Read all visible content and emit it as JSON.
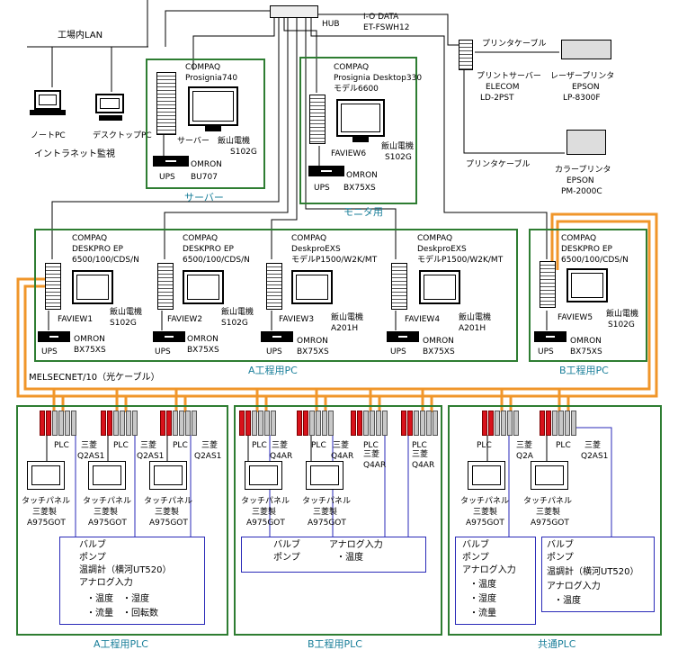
{
  "lan": {
    "label": "工場内LAN",
    "notebook": "ノートPC",
    "desktop": "デスクトップPC",
    "intranet": "イントラネット監視"
  },
  "hub": {
    "label": "HUB",
    "model1": "I-O DATA",
    "model2": "ET-FSWH12"
  },
  "server": {
    "brand": "COMPAQ",
    "model": "Prosignia740",
    "role": "サーバー",
    "mon_brand": "飯山電機",
    "mon_model": "S102G",
    "ups": "UPS",
    "ups_brand": "OMRON",
    "ups_model": "BU707",
    "caption": "サーバー"
  },
  "monitor_pc": {
    "brand": "COMPAQ",
    "model": "Prosignia Desktop330",
    "model2": "モデル6600",
    "name": "FAVIEW6",
    "mon_brand": "飯山電機",
    "mon_model": "S102G",
    "ups": "UPS",
    "ups_brand": "OMRON",
    "ups_model": "BX75XS",
    "caption": "モニタ用"
  },
  "printing": {
    "cable1": "プリンタケーブル",
    "print_server": "プリントサーバー",
    "ps_brand": "ELECOM",
    "ps_model": "LD-2PST",
    "laser": "レーザープリンタ",
    "laser_brand": "EPSON",
    "laser_model": "LP-8300F",
    "cable2": "プリンタケーブル",
    "color": "カラープリンタ",
    "color_brand": "EPSON",
    "color_model": "PM-2000C"
  },
  "a_pcs": [
    {
      "brand": "COMPAQ",
      "model": "DESKPRO EP",
      "spec": "6500/100/CDS/N",
      "name": "FAVIEW1",
      "mon_brand": "飯山電機",
      "mon_model": "S102G",
      "ups": "UPS",
      "ups_brand": "OMRON",
      "ups_model": "BX75XS"
    },
    {
      "brand": "COMPAQ",
      "model": "DESKPRO EP",
      "spec": "6500/100/CDS/N",
      "name": "FAVIEW2",
      "mon_brand": "飯山電機",
      "mon_model": "S102G",
      "ups": "UPS",
      "ups_brand": "OMRON",
      "ups_model": "BX75XS"
    },
    {
      "brand": "COMPAQ",
      "model": "DeskproEXS",
      "spec": "モデルP1500/W2K/MT",
      "name": "FAVIEW3",
      "mon_brand": "飯山電機",
      "mon_model": "A201H",
      "ups": "UPS",
      "ups_brand": "OMRON",
      "ups_model": "BX75XS"
    },
    {
      "brand": "COMPAQ",
      "model": "DeskproEXS",
      "spec": "モデルP1500/W2K/MT",
      "name": "FAVIEW4",
      "mon_brand": "飯山電機",
      "mon_model": "A201H",
      "ups": "UPS",
      "ups_brand": "OMRON",
      "ups_model": "BX75XS"
    }
  ],
  "a_pc_caption": "A工程用PC",
  "b_pc": {
    "brand": "COMPAQ",
    "model": "DESKPRO EP",
    "spec": "6500/100/CDS/N",
    "name": "FAVIEW5",
    "mon_brand": "飯山電機",
    "mon_model": "S102G",
    "ups": "UPS",
    "ups_brand": "OMRON",
    "ups_model": "BX75XS",
    "caption": "B工程用PC"
  },
  "melsecnet": "MELSECNET/10（光ケーブル）",
  "plc_groups": {
    "a": {
      "caption": "A工程用PLC",
      "units": [
        {
          "plc": "PLC",
          "maker": "三菱",
          "model": "Q2AS1"
        },
        {
          "plc": "PLC",
          "maker": "三菱",
          "model": "Q2AS1"
        },
        {
          "plc": "PLC",
          "maker": "三菱",
          "model": "Q2AS1"
        }
      ],
      "panels": [
        {
          "l1": "タッチパネル",
          "l2": "三菱製",
          "l3": "A975GOT"
        },
        {
          "l1": "タッチパネル",
          "l2": "三菱製",
          "l3": "A975GOT"
        },
        {
          "l1": "タッチパネル",
          "l2": "三菱製",
          "l3": "A975GOT"
        }
      ],
      "io": [
        "バルブ",
        "ポンプ",
        "温調計（横河UT520）",
        "アナログ入力",
        "・温度　・湿度",
        "・流量　・回転数"
      ]
    },
    "b": {
      "caption": "B工程用PLC",
      "units": [
        {
          "plc": "PLC",
          "maker": "三菱",
          "model": "Q4AR"
        },
        {
          "plc": "PLC",
          "maker": "三菱",
          "model": "Q4AR"
        },
        {
          "plc": "PLC",
          "maker": "三菱",
          "model": "Q4AR"
        },
        {
          "plc": "PLC",
          "maker": "三菱",
          "model": "Q4AR"
        }
      ],
      "panels": [
        {
          "l1": "タッチパネル",
          "l2": "三菱製",
          "l3": "A975GOT"
        },
        {
          "l1": "タッチパネル",
          "l2": "三菱製",
          "l3": "A975GOT"
        }
      ],
      "io_left": [
        "バルブ",
        "ポンプ"
      ],
      "io_right": [
        "アナログ入力",
        "・温度"
      ]
    },
    "c": {
      "caption": "共通PLC",
      "units": [
        {
          "plc": "PLC",
          "maker": "三菱",
          "model": "Q2A"
        },
        {
          "plc": "PLC",
          "maker": "三菱",
          "model": "Q2AS1"
        }
      ],
      "panels": [
        {
          "l1": "タッチパネル",
          "l2": "三菱製",
          "l3": "A975GOT"
        },
        {
          "l1": "タッチパネル",
          "l2": "三菱製",
          "l3": "A975GOT"
        }
      ],
      "io_left": [
        "バルブ",
        "ポンプ",
        "アナログ入力",
        "・温度",
        "・湿度",
        "・流量"
      ],
      "io_right": [
        "バルブ",
        "ポンプ",
        "温調計（横河UT520）",
        "アナログ入力",
        "・温度"
      ]
    }
  },
  "colors": {
    "group_border": "#2e7d32",
    "io_border": "#2a2ab8",
    "caption": "#1a7f9a",
    "fiber": "#f0962a",
    "plc_cpu": "#d8121b"
  }
}
